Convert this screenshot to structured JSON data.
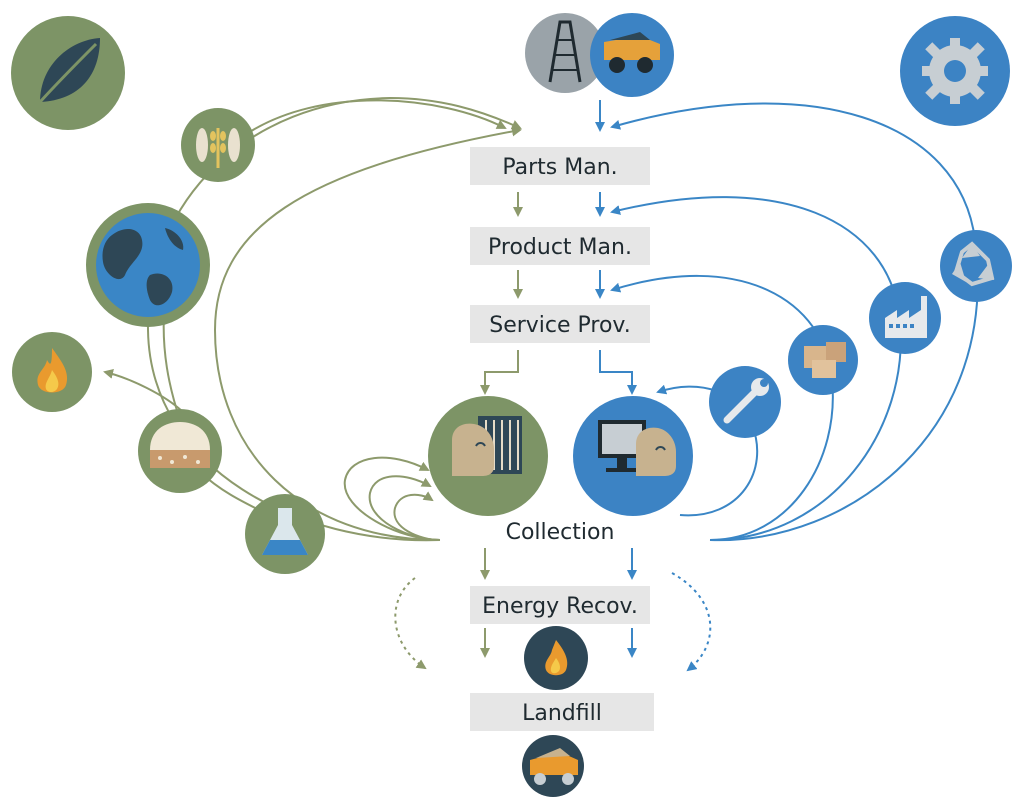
{
  "stages": {
    "parts": "Parts Man.",
    "product": "Product Man.",
    "service": "Service Prov.",
    "collection": "Collection",
    "energy": "Energy Recov.",
    "landfill": "Landfill"
  },
  "colors": {
    "green_loop": "#8d9a6c",
    "blue_loop": "#3a86c6",
    "green_fill": "#7d9466",
    "blue_fill": "#3c83c4",
    "dark_fill": "#2e4756",
    "label_box": "#e6e6e6",
    "text": "#1f2a30"
  },
  "icons": {
    "biological_nutrient": "leaf-icon",
    "farming": "grain-and-fish-icon",
    "biosphere": "earth-icon",
    "combustion": "flame-icon",
    "anaerobic_digestion": "digester-icon",
    "biochemical_extraction": "flask-icon",
    "extraction": "oil-rig-icon",
    "mining": "mining-truck-icon",
    "technical_nutrient": "gear-icon",
    "recycling": "recycle-icon",
    "remanufacturing": "factory-icon",
    "refurbishing": "boxes-icon",
    "maintenance": "wrench-icon",
    "biological_user": "consumer-icon",
    "technical_user": "user-icon",
    "energy_recovery": "flame-icon",
    "landfill": "dump-truck-icon"
  }
}
